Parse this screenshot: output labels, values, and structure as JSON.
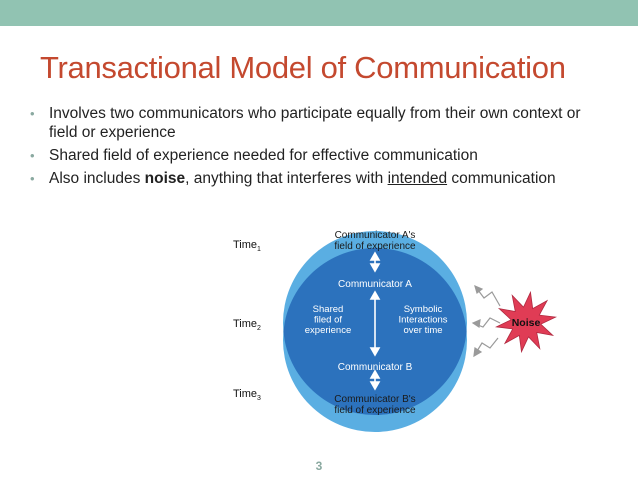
{
  "slide": {
    "title": "Transactional Model of Communication",
    "bullets": [
      {
        "segments": [
          {
            "text": "Involves two communicators who participate equally from their own context or field or experience",
            "style": "normal"
          }
        ]
      },
      {
        "segments": [
          {
            "text": "Shared field of experience needed for effective communication",
            "style": "normal"
          }
        ]
      },
      {
        "segments": [
          {
            "text": "Also includes ",
            "style": "normal"
          },
          {
            "text": "noise",
            "style": "bold"
          },
          {
            "text": ", anything that interferes with ",
            "style": "normal"
          },
          {
            "text": "intended",
            "style": "underline"
          },
          {
            "text": " communication",
            "style": "normal"
          }
        ]
      }
    ],
    "page_number": "3",
    "colors": {
      "topbar": "#91c3b2",
      "title": "#c4492f",
      "circle_outer": "#5aaee2",
      "band": "#2c72bd",
      "noise_star": "#e03c55"
    }
  },
  "diagram": {
    "time_labels": [
      {
        "base": "Time",
        "sub": "1"
      },
      {
        "base": "Time",
        "sub": "2"
      },
      {
        "base": "Time",
        "sub": "3"
      }
    ],
    "top_field": [
      "Communicator A's",
      "field of experience"
    ],
    "communicator_a": "Communicator A",
    "communicator_b": "Communicator B",
    "bottom_field": [
      "Communicator B's",
      "field of experience"
    ],
    "shared": [
      "Shared",
      "filed of",
      "experience"
    ],
    "symbolic": [
      "Symbolic",
      "Interactions",
      "over time"
    ],
    "noise": "Noise"
  }
}
